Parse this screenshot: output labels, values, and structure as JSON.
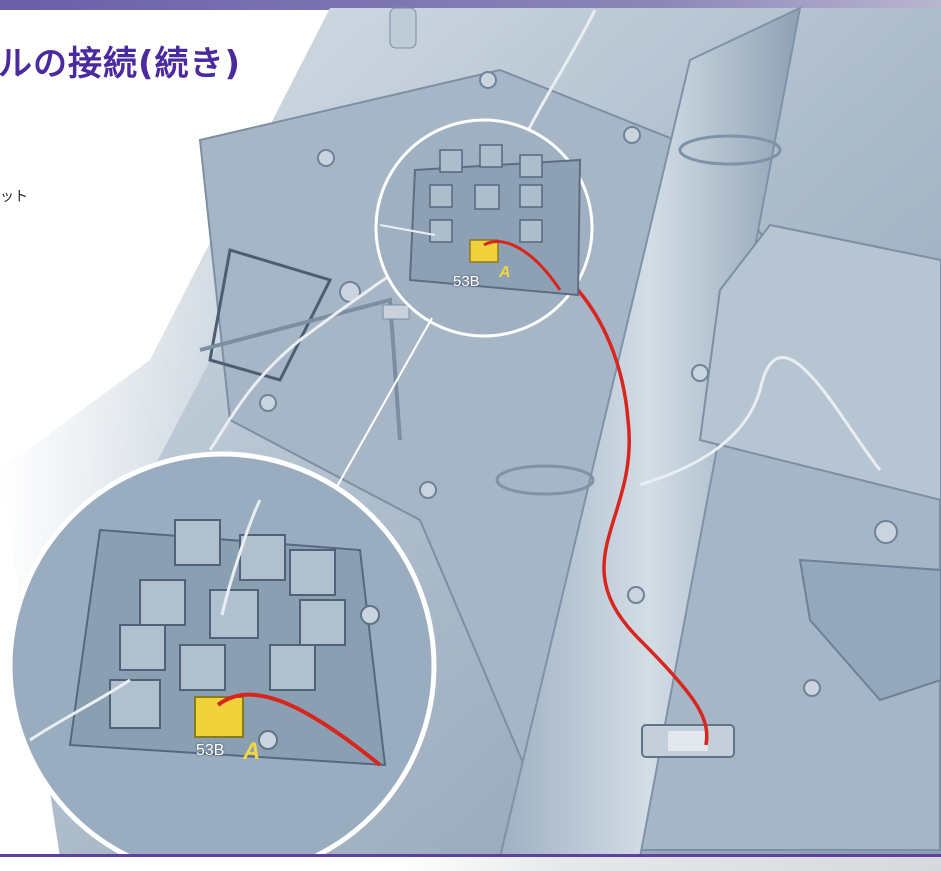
{
  "header": {
    "title": "ルの接続(続き)",
    "side_text": "ット"
  },
  "figure": {
    "connector_label": "53B",
    "letter_label": "A"
  },
  "colors": {
    "accent": "#4b2aa0",
    "cable": "#d8261f",
    "connector": "#f0d23a",
    "body": "#9fb0c2"
  }
}
